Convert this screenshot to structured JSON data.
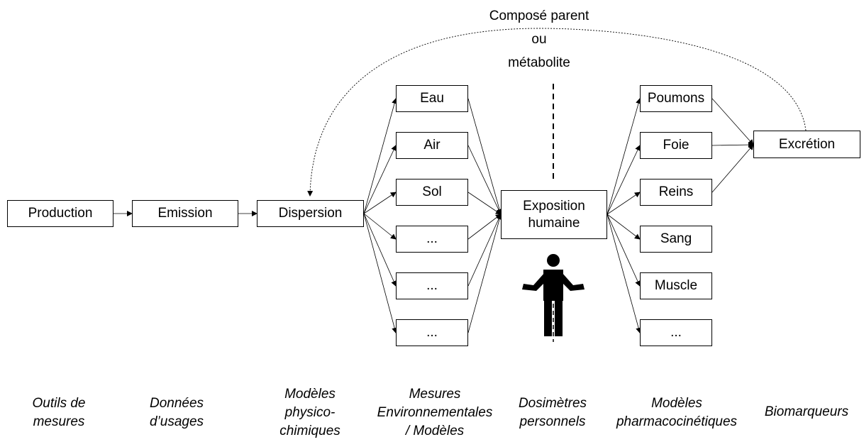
{
  "title_note": [
    "Composé parent",
    "ou",
    "métabolite"
  ],
  "chain": {
    "production": "Production",
    "emission": "Emission",
    "dispersion": "Dispersion",
    "exposition": [
      "Exposition",
      "humaine"
    ],
    "excretion": "Excrétion"
  },
  "media": [
    "Eau",
    "Air",
    "Sol",
    "...",
    "...",
    "..."
  ],
  "organs": [
    "Poumons",
    "Foie",
    "Reins",
    "Sang",
    "Muscle",
    "..."
  ],
  "captions": [
    [
      "Outils de",
      "mesures"
    ],
    [
      "Données",
      "d’usages"
    ],
    [
      "Modèles",
      "physico-",
      "chimiques"
    ],
    [
      "Mesures",
      "Environnementales",
      "/ Modèles"
    ],
    [
      "Dosimètres",
      "personnels"
    ],
    [
      "Modèles",
      "pharmacocinétiques"
    ],
    [
      "Biomarqueurs"
    ]
  ]
}
